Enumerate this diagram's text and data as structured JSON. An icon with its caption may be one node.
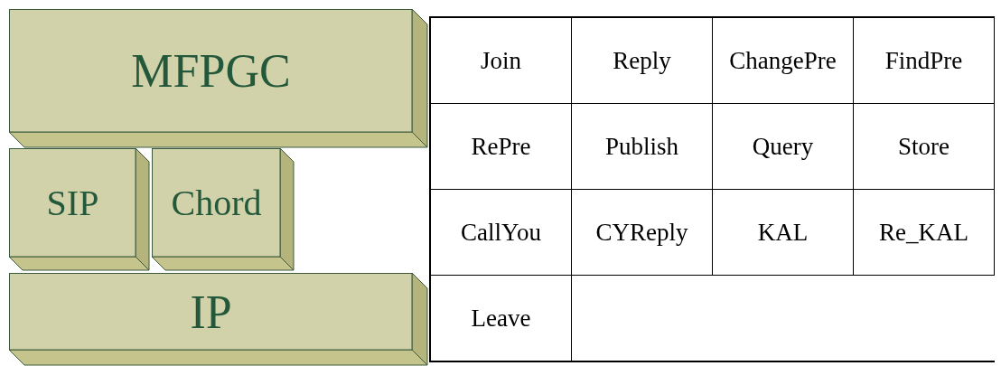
{
  "diagram": {
    "nodes": [
      {
        "text": [
          "MFPGC"
        ]
      },
      {
        "text": [
          "SIP"
        ]
      },
      {
        "text": [
          "Chord"
        ]
      },
      {
        "text": [
          "IP"
        ]
      }
    ],
    "labels": [
      "Join",
      "Reply",
      "ChangePre",
      "FindPre",
      "RePre",
      "Publish",
      "Query",
      "Store",
      "CallYou",
      "CYReply",
      "KAL",
      "Re_KAL",
      "Leave"
    ]
  }
}
